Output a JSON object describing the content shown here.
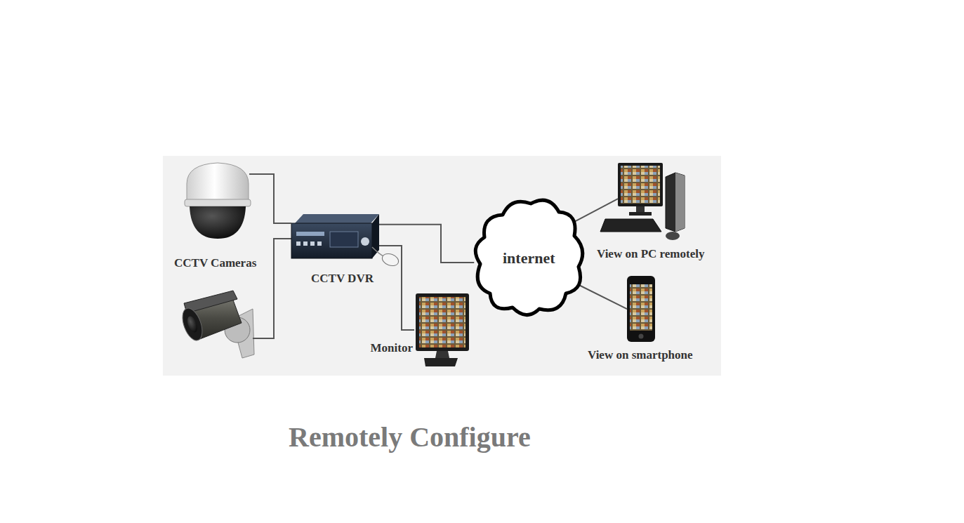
{
  "diagram": {
    "caption": "Remotely Configure",
    "nodes": [
      {
        "text": [
          "CCTV Cameras"
        ]
      },
      {
        "text": [
          "CCTV DVR"
        ]
      },
      {
        "text": [
          "Monitor"
        ]
      },
      {
        "text": [
          "internet"
        ]
      },
      {
        "text": [
          "View on PC remotely"
        ]
      },
      {
        "text": [
          "View on smartphone"
        ]
      }
    ],
    "edges": [
      {
        "from": 0,
        "to": 1,
        "arrow": "none"
      },
      {
        "from": 1,
        "to": 2,
        "arrow": "none"
      },
      {
        "from": 1,
        "to": 3,
        "arrow": "none"
      },
      {
        "from": 3,
        "to": 4,
        "arrow": "none"
      },
      {
        "from": 3,
        "to": 5,
        "arrow": "none"
      }
    ]
  }
}
